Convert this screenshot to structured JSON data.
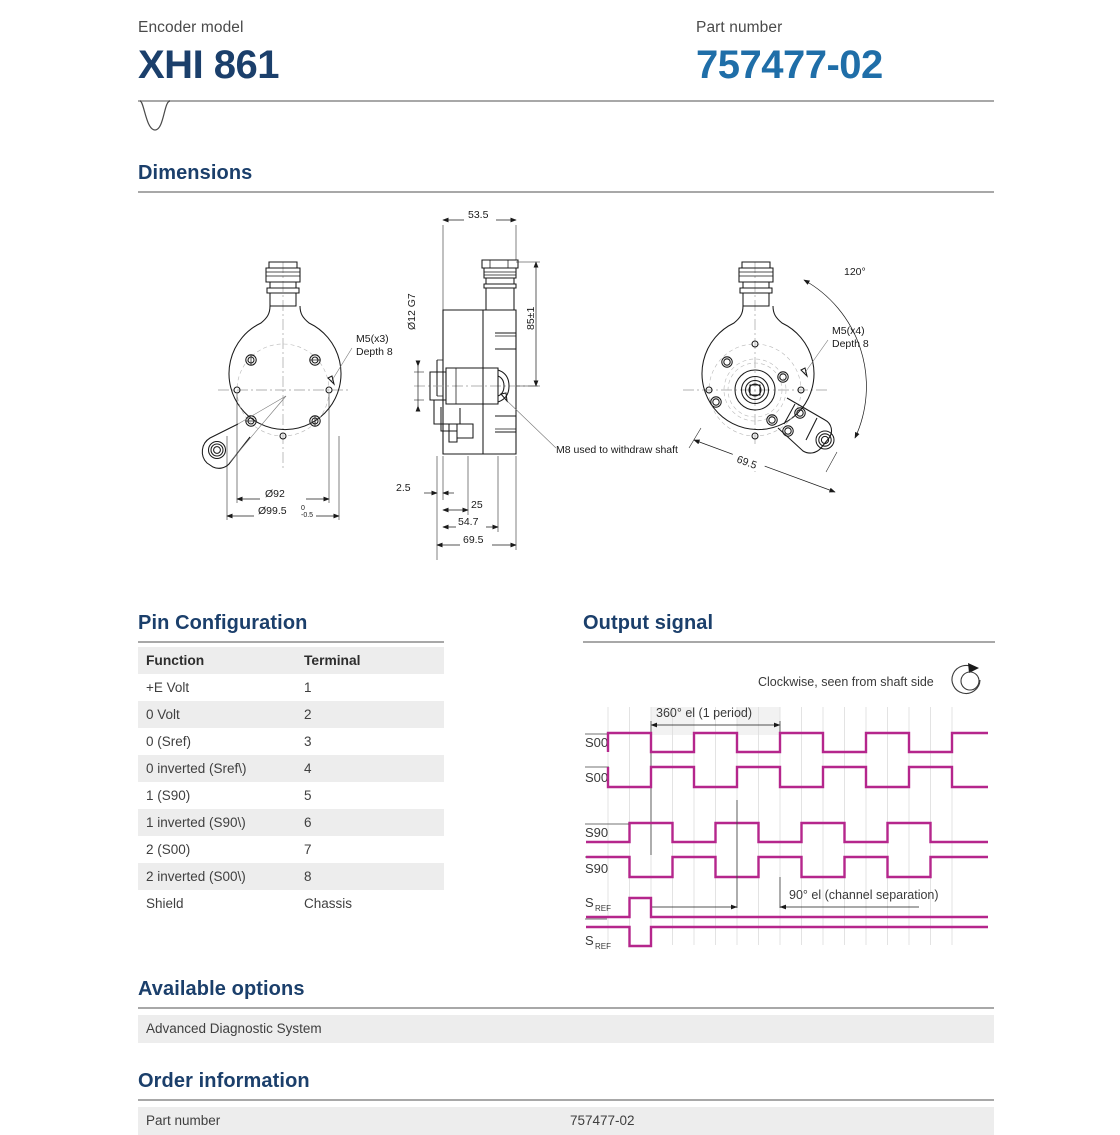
{
  "header": {
    "model_label": "Encoder model",
    "model_value": "XHI 861",
    "part_label": "Part number",
    "part_value": "757477-02",
    "accent_dark": "#1b3f6b",
    "accent_light": "#1f6ea8"
  },
  "sections": {
    "dimensions": "Dimensions",
    "pin_configuration": "Pin Configuration",
    "output_signal": "Output signal",
    "available_options": "Available options",
    "order_information": "Order information"
  },
  "dimensions": {
    "view_left": {
      "callout_m5": "M5(x3)",
      "callout_depth": "Depth 8",
      "dim_bolt_circle": "Ø92",
      "dim_outer": "Ø99.5",
      "dim_outer_tol_upper": "0",
      "dim_outer_tol_lower": "-0.5"
    },
    "view_middle": {
      "dim_top": "53.5",
      "dim_height": "85±1",
      "dim_shaft": "Ø12 G7",
      "dim_a": "2.5",
      "dim_b": "25",
      "dim_c": "54.7",
      "dim_d": "69.5",
      "note_m8": "M8 used to withdraw shaft"
    },
    "view_right": {
      "angle": "120°",
      "callout_m5": "M5(x4)",
      "callout_depth": "Depth 8",
      "dim_radius": "69.5"
    }
  },
  "pin_table": {
    "columns": [
      "Function",
      "Terminal"
    ],
    "rows": [
      {
        "function": "+E Volt",
        "terminal": "1"
      },
      {
        "function": "0 Volt",
        "terminal": "2"
      },
      {
        "function": "0 (Sref)",
        "terminal": "3"
      },
      {
        "function": "0 inverted (Sref\\)",
        "terminal": "4"
      },
      {
        "function": "1 (S90)",
        "terminal": "5"
      },
      {
        "function": "1 inverted (S90\\)",
        "terminal": "6"
      },
      {
        "function": "2 (S00)",
        "terminal": "7"
      },
      {
        "function": "2 inverted (S00\\)",
        "terminal": "8"
      },
      {
        "function": "Shield",
        "terminal": "Chassis"
      }
    ]
  },
  "output_signal": {
    "rotation_note": "Clockwise, seen from shaft side",
    "period_label": "360° el (1 period)",
    "separation_label": "90° el (channel separation)",
    "trace_color": "#b5268c",
    "channels": [
      {
        "name": "S00",
        "inverted": false,
        "label": "S00"
      },
      {
        "name": "S00-inv",
        "inverted": true,
        "label": "S00"
      },
      {
        "name": "S90",
        "inverted": false,
        "label": "S90"
      },
      {
        "name": "S90-inv",
        "inverted": true,
        "label": "S90"
      },
      {
        "name": "SREF",
        "inverted": false,
        "label": "S",
        "sub": "REF"
      },
      {
        "name": "SREF-inv",
        "inverted": true,
        "label": "S",
        "sub": "REF"
      }
    ]
  },
  "available_options": {
    "items": [
      "Advanced Diagnostic System"
    ]
  },
  "order_information": {
    "label": "Part number",
    "value": "757477-02"
  }
}
